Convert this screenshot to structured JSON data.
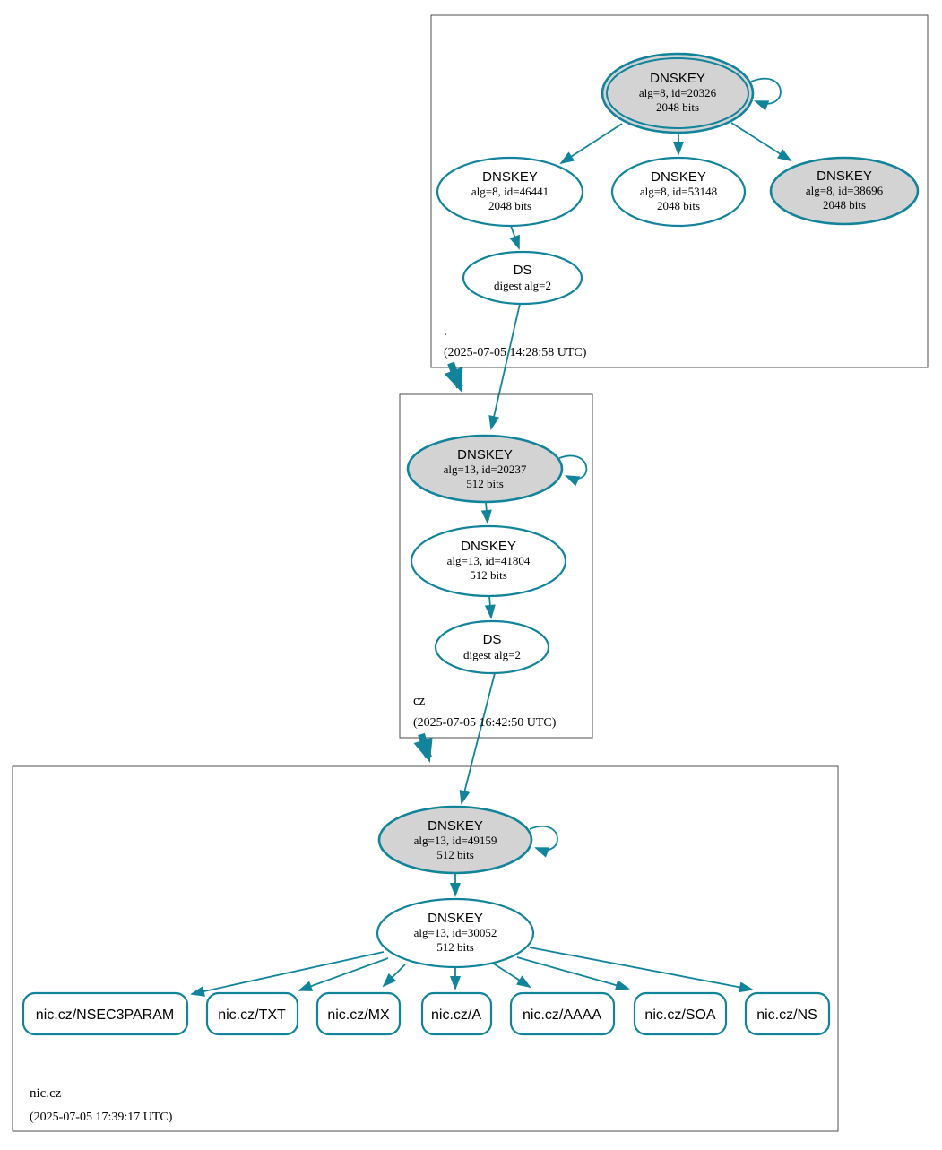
{
  "diagram": {
    "type": "dnssec-authentication-chain",
    "colors": {
      "edge": "#11849b",
      "ksk_fill": "#d3d3d3",
      "node_fill": "#ffffff",
      "box_border": "#4c4c4c",
      "text": "#000000"
    }
  },
  "zones": [
    {
      "label": ".",
      "timestamp": "(2025-07-05 14:28:58 UTC)",
      "keys": [
        {
          "title": "DNSKEY",
          "detail": "alg=8, id=20326",
          "bits": "2048 bits",
          "role": "ksk",
          "self_signed": true,
          "double_border": true
        },
        {
          "title": "DNSKEY",
          "detail": "alg=8, id=46441",
          "bits": "2048 bits",
          "role": "zsk"
        },
        {
          "title": "DNSKEY",
          "detail": "alg=8, id=53148",
          "bits": "2048 bits",
          "role": "zsk"
        },
        {
          "title": "DNSKEY",
          "detail": "alg=8, id=38696",
          "bits": "2048 bits",
          "role": "ksk"
        }
      ],
      "ds": {
        "title": "DS",
        "detail": "digest alg=2"
      }
    },
    {
      "label": "cz",
      "timestamp": "(2025-07-05 16:42:50 UTC)",
      "keys": [
        {
          "title": "DNSKEY",
          "detail": "alg=13, id=20237",
          "bits": "512 bits",
          "role": "ksk",
          "self_signed": true
        },
        {
          "title": "DNSKEY",
          "detail": "alg=13, id=41804",
          "bits": "512 bits",
          "role": "zsk"
        }
      ],
      "ds": {
        "title": "DS",
        "detail": "digest alg=2"
      }
    },
    {
      "label": "nic.cz",
      "timestamp": "(2025-07-05 17:39:17 UTC)",
      "keys": [
        {
          "title": "DNSKEY",
          "detail": "alg=13, id=49159",
          "bits": "512 bits",
          "role": "ksk",
          "self_signed": true
        },
        {
          "title": "DNSKEY",
          "detail": "alg=13, id=30052",
          "bits": "512 bits",
          "role": "zsk"
        }
      ],
      "rrsets": [
        {
          "label": "nic.cz/NSEC3PARAM"
        },
        {
          "label": "nic.cz/TXT"
        },
        {
          "label": "nic.cz/MX"
        },
        {
          "label": "nic.cz/A"
        },
        {
          "label": "nic.cz/AAAA"
        },
        {
          "label": "nic.cz/SOA"
        },
        {
          "label": "nic.cz/NS"
        }
      ]
    }
  ]
}
